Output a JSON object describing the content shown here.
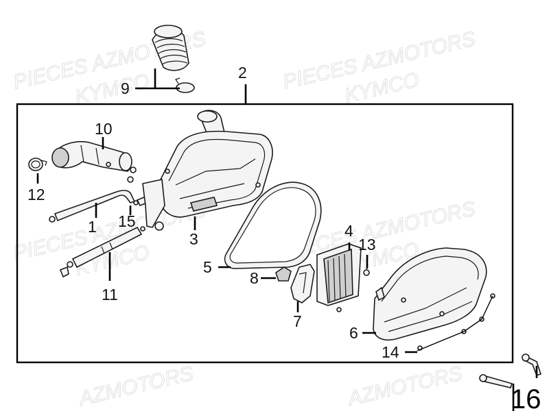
{
  "watermarks": [
    {
      "id": "wm1",
      "text": "PIECES AZMOTORS"
    },
    {
      "id": "wm2",
      "text": "KYMCO"
    },
    {
      "id": "wm3",
      "text": "PIECES AZMOTORS"
    },
    {
      "id": "wm4",
      "text": "KYMCO"
    },
    {
      "id": "wm5",
      "text": "PIECES AZMOTORS"
    },
    {
      "id": "wm6",
      "text": "KYMCO"
    },
    {
      "id": "wm7",
      "text": "PIECES AZMOTORS"
    },
    {
      "id": "wm8",
      "text": "KYMCO"
    },
    {
      "id": "wm9",
      "text": "AZMOTORS"
    },
    {
      "id": "wm10",
      "text": "AZMOTORS"
    }
  ],
  "callouts": {
    "c1": "1",
    "c2": "2",
    "c3": "3",
    "c4": "4",
    "c5": "5",
    "c6": "6",
    "c7": "7",
    "c8": "8",
    "c9": "9",
    "c10": "10",
    "c11": "11",
    "c12": "12",
    "c13": "13",
    "c14": "14",
    "c15": "15",
    "c16": "16"
  }
}
